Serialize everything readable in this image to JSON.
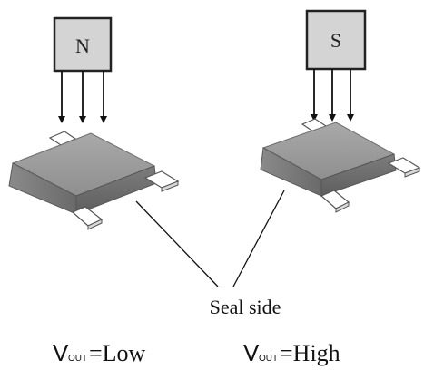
{
  "diagram": {
    "left_magnet": {
      "pole_label": "N"
    },
    "right_magnet": {
      "pole_label": "S"
    },
    "seal_label": "Seal side",
    "outputs": {
      "left": {
        "symbol": "V",
        "subscript": "OUT",
        "value": "=Low"
      },
      "right": {
        "symbol": "V",
        "subscript": "OUT",
        "value": "=High"
      }
    }
  }
}
